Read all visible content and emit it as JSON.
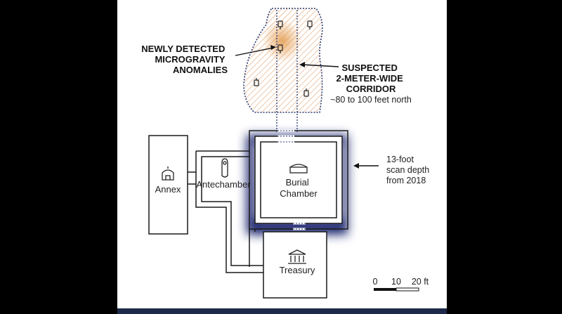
{
  "labels": {
    "anomalies": [
      "NEWLY DETECTED",
      "MICROGRAVITY",
      "ANOMALIES"
    ],
    "corridor": [
      "SUSPECTED",
      "2-METER-WIDE",
      "CORRIDOR"
    ],
    "corridor_note": "~80 to 100 feet north",
    "scan_depth": [
      "13-foot",
      "scan depth",
      "from 2018"
    ]
  },
  "rooms": {
    "annex": "Annex",
    "antechamber": "Antechamber",
    "burial_chamber": [
      "Burial",
      "Chamber"
    ],
    "treasury": "Treasury"
  },
  "scale": {
    "ticks": [
      "0",
      "10",
      "20 ft"
    ]
  },
  "colors": {
    "wall": "#1a1a1a",
    "scan_glow": "#1c2670",
    "anomaly_hatch": "#e3a06c",
    "anomaly_hotspot": "#e39a4c",
    "outline_dotted": "#2b3a6e",
    "frame_bar": "#1d2a4a"
  }
}
